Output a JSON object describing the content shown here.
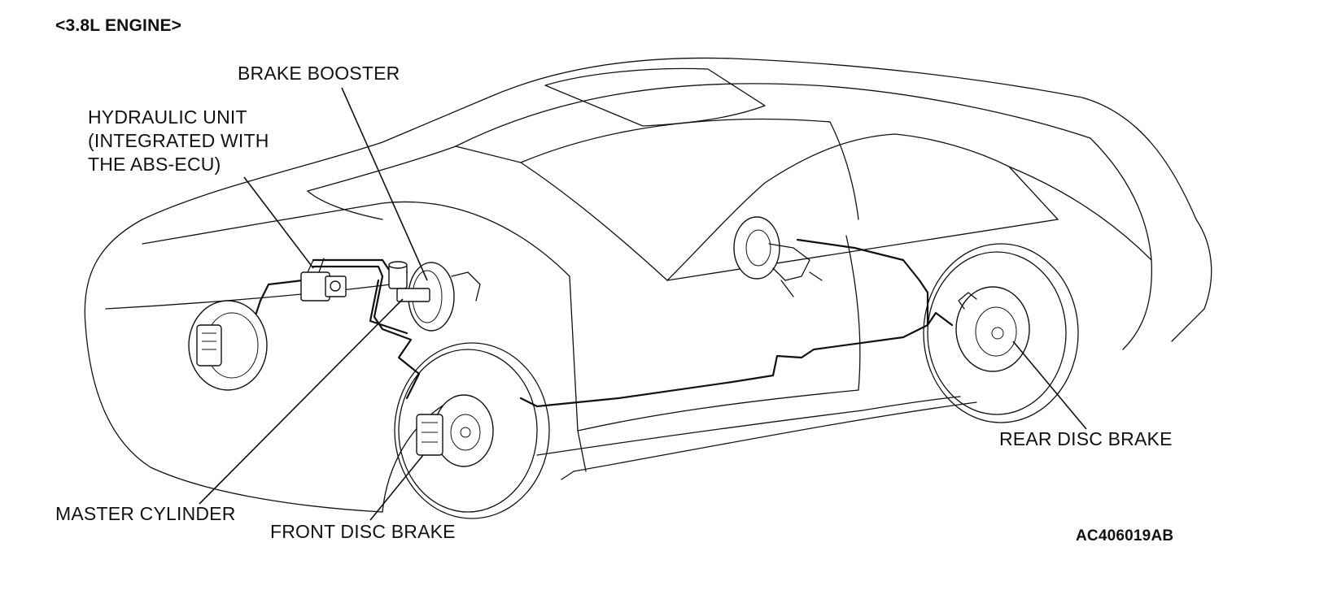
{
  "header": {
    "title": "<3.8L ENGINE>"
  },
  "labels": {
    "brake_booster": "BRAKE BOOSTER",
    "hydraulic_unit": [
      "HYDRAULIC UNIT",
      "(INTEGRATED WITH",
      "THE ABS-ECU)"
    ],
    "master_cylinder": "MASTER CYLINDER",
    "front_disc_brake": "FRONT DISC BRAKE",
    "rear_disc_brake": "REAR DISC BRAKE"
  },
  "figure_code": "AC406019AB"
}
